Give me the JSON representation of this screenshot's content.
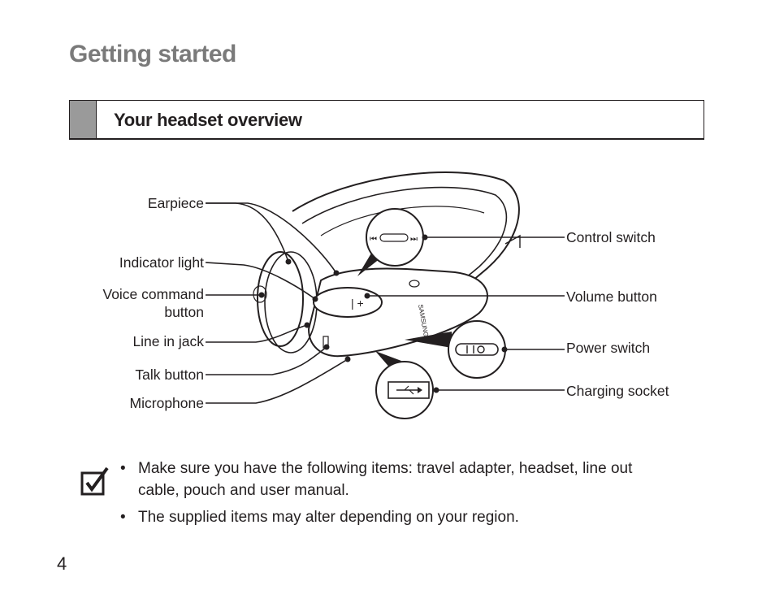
{
  "page": {
    "title": "Getting started",
    "section_title": "Your headset overview",
    "page_number": "4"
  },
  "diagram": {
    "labels_left": [
      "Earpiece",
      "Indicator light",
      "Voice command",
      "button",
      "Line in jack",
      "Talk button",
      "Microphone"
    ],
    "labels_right": [
      "Control switch",
      "Volume button",
      "Power switch",
      "Charging socket"
    ],
    "brand_text": "SAMSUNG"
  },
  "notes": {
    "bullet": "•",
    "items": [
      "Make sure you have the following items: travel adapter, headset, line out cable, pouch and user manual.",
      "The supplied items may alter depending on your region."
    ]
  },
  "icons": {
    "note_icon": "checkbox-check-icon",
    "usb_icon": "usb-icon",
    "power_icon": "power-switch-icon",
    "control_icon": "control-switch-icon"
  }
}
